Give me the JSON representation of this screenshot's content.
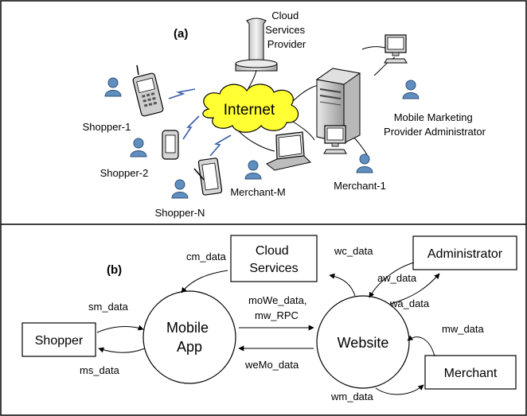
{
  "panel_a": {
    "label": "(a)",
    "cloud_label": [
      "Cloud",
      "Services",
      "Provider"
    ],
    "internet_label": "Internet",
    "shopper_1": "Shopper-1",
    "shopper_2": "Shopper-2",
    "shopper_n": "Shopper-N",
    "merchant_m": "Merchant-M",
    "merchant_1": "Merchant-1",
    "admin_label": [
      "Mobile Marketing",
      "Provider Administrator"
    ]
  },
  "panel_b": {
    "label": "(b)",
    "nodes": {
      "cloud": [
        "Cloud",
        "Services"
      ],
      "administrator": "Administrator",
      "shopper": "Shopper",
      "mobile_app": [
        "Mobile",
        "App"
      ],
      "website": "Website",
      "merchant": "Merchant"
    },
    "flows": {
      "cm_data": "cm_data",
      "wc_data": "wc_data",
      "aw_data": "aw_data",
      "wa_data": "wa_data",
      "sm_data": "sm_data",
      "ms_data": "ms_data",
      "moWe_data": "moWe_data,",
      "mw_RPC": "mw_RPC",
      "weMo_data": "weMo_data",
      "mw_data": "mw_data",
      "wm_data": "wm_data"
    }
  },
  "colors": {
    "person": "#5f8fc0",
    "internet_fill": "#ffff33",
    "lightning": "#3a5ea8",
    "device": "#cfcfcf",
    "stroke": "#000000"
  }
}
